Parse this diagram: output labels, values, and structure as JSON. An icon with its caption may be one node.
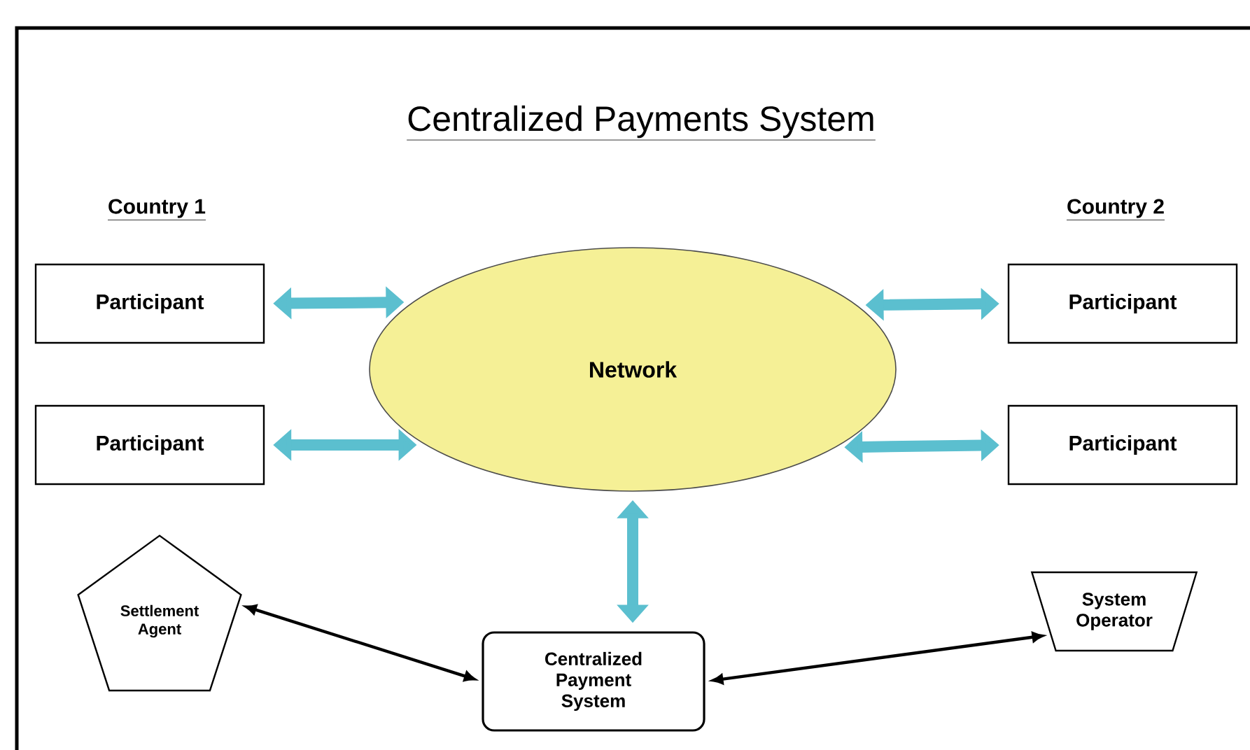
{
  "diagram": {
    "title": "Centralized Payments System",
    "nodes": [
      {
        "text": [
          "Participant"
        ]
      },
      {
        "text": [
          "Participant"
        ]
      },
      {
        "text": [
          "Network"
        ]
      },
      {
        "text": [
          "Participant"
        ]
      },
      {
        "text": [
          "Participant"
        ]
      },
      {
        "text": [
          "Settlement Agent"
        ]
      },
      {
        "text": [
          "Centralized Payment System"
        ]
      },
      {
        "text": [
          "System Operator"
        ]
      }
    ],
    "edges": [
      {
        "from": 0,
        "to": 2,
        "arrow": "both"
      },
      {
        "from": 1,
        "to": 2,
        "arrow": "both"
      },
      {
        "from": 3,
        "to": 2,
        "arrow": "both"
      },
      {
        "from": 4,
        "to": 2,
        "arrow": "both"
      },
      {
        "from": 2,
        "to": 6,
        "arrow": "both"
      },
      {
        "from": 5,
        "to": 6,
        "arrow": "both",
        "color": "#000000"
      },
      {
        "from": 6,
        "to": 7,
        "arrow": "both",
        "color": "#000000"
      }
    ],
    "labels": [
      "Country 1",
      "Country 2"
    ]
  }
}
